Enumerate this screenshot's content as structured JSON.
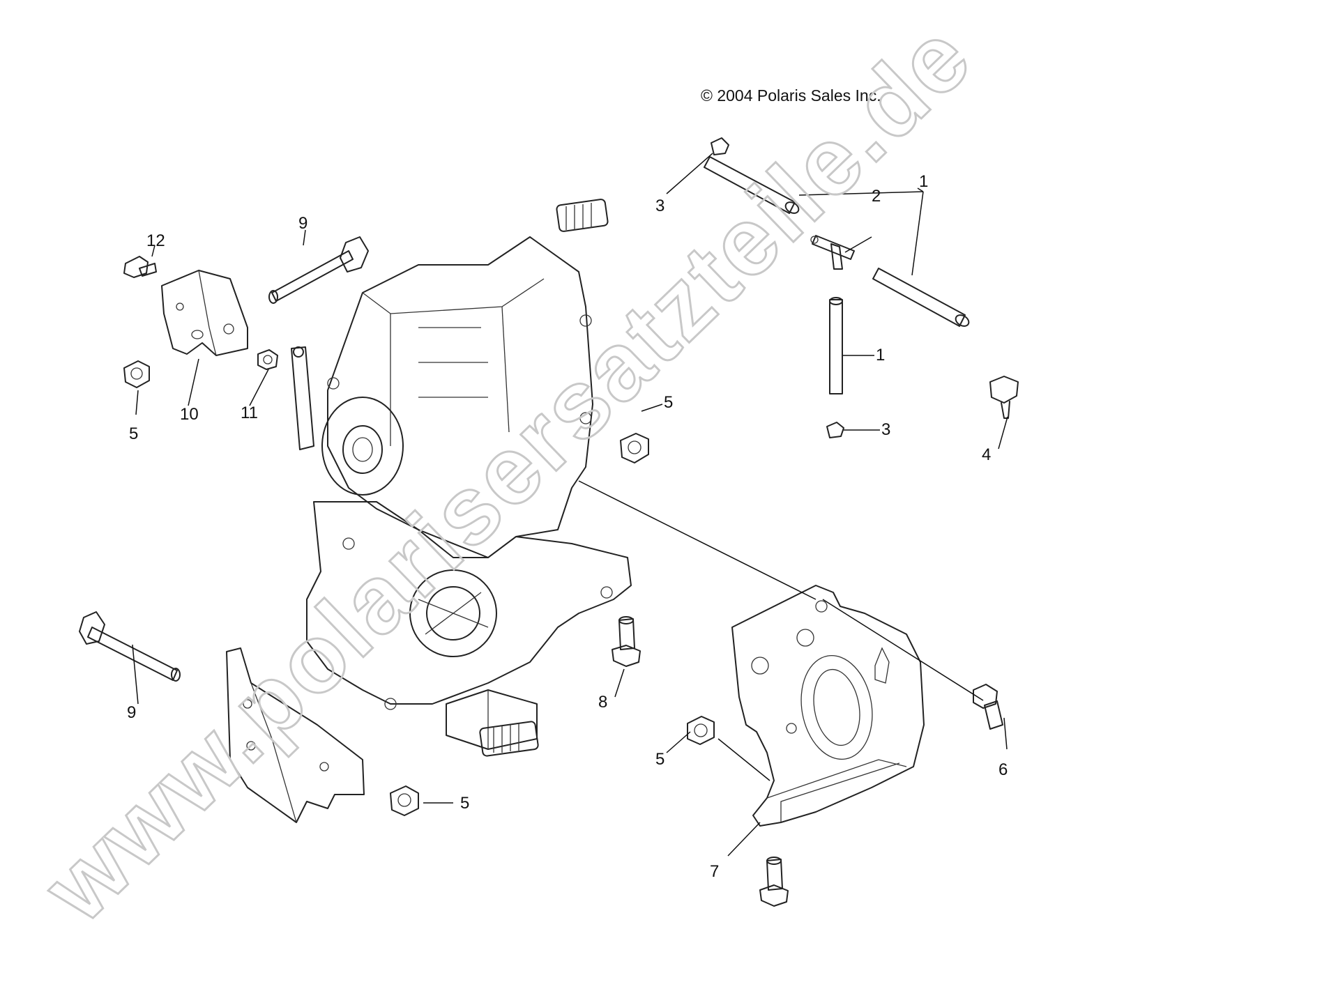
{
  "copyright": "© 2004 Polaris Sales Inc.",
  "watermark": "www.polarisersatzteile.de",
  "callouts": [
    {
      "id": "c1a",
      "label": "1"
    },
    {
      "id": "c1b",
      "label": "1"
    },
    {
      "id": "c2",
      "label": "2"
    },
    {
      "id": "c3a",
      "label": "3"
    },
    {
      "id": "c3b",
      "label": "3"
    },
    {
      "id": "c4",
      "label": "4"
    },
    {
      "id": "c5a",
      "label": "5"
    },
    {
      "id": "c5b",
      "label": "5"
    },
    {
      "id": "c5c",
      "label": "5"
    },
    {
      "id": "c5d",
      "label": "5"
    },
    {
      "id": "c6",
      "label": "6"
    },
    {
      "id": "c7",
      "label": "7"
    },
    {
      "id": "c8",
      "label": "8"
    },
    {
      "id": "c9a",
      "label": "9"
    },
    {
      "id": "c9b",
      "label": "9"
    },
    {
      "id": "c10",
      "label": "10"
    },
    {
      "id": "c11",
      "label": "11"
    },
    {
      "id": "c12",
      "label": "12"
    }
  ]
}
